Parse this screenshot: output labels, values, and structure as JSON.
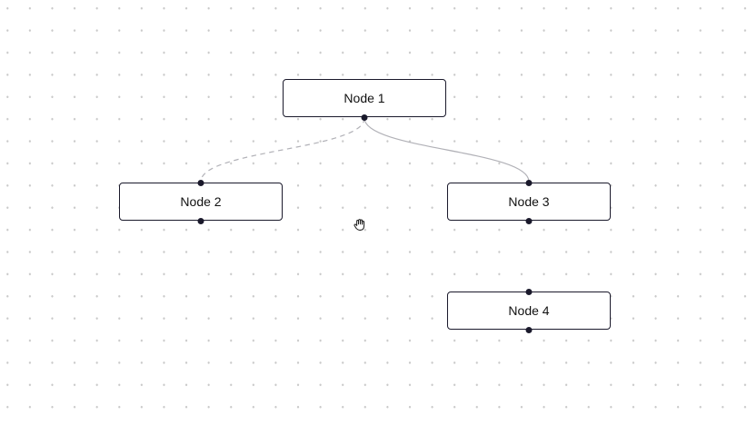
{
  "canvas": {
    "background_color": "#ffffff",
    "dot_color": "#c9c9c9",
    "cursor": "grab-hand"
  },
  "theme": {
    "node_border_color": "#1a192b",
    "node_background": "#ffffff",
    "node_text_color": "#111111",
    "handle_color": "#1a192b",
    "edge_color": "#b1b1b7"
  },
  "nodes": [
    {
      "id": "1",
      "label": "Node 1",
      "handles": [
        "source-bottom"
      ]
    },
    {
      "id": "2",
      "label": "Node 2",
      "handles": [
        "target-top",
        "source-bottom"
      ]
    },
    {
      "id": "3",
      "label": "Node 3",
      "handles": [
        "target-top",
        "source-bottom"
      ]
    },
    {
      "id": "4",
      "label": "Node 4",
      "handles": [
        "target-top",
        "source-bottom"
      ]
    }
  ],
  "edges": [
    {
      "from": "Node 1",
      "to": "Node 2",
      "style": "dashed",
      "color": "#b1b1b7"
    },
    {
      "from": "Node 1",
      "to": "Node 3",
      "style": "solid",
      "color": "#b1b1b7"
    }
  ]
}
